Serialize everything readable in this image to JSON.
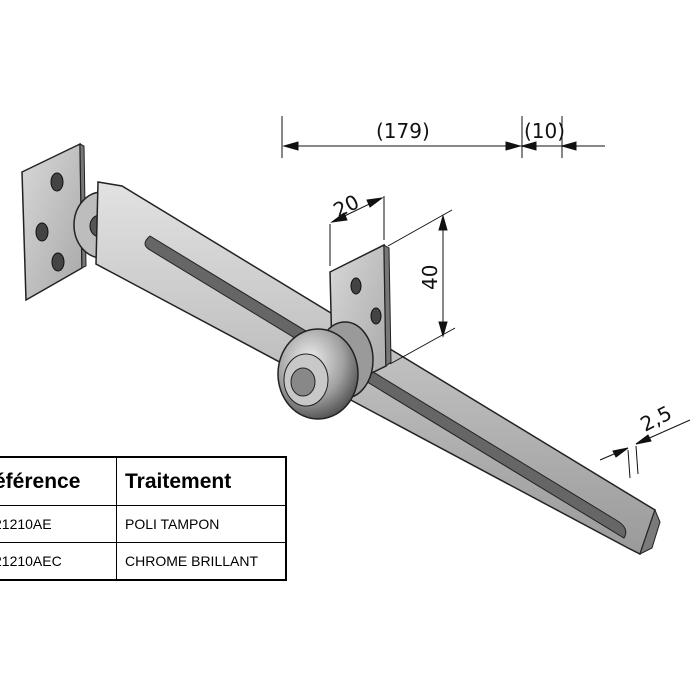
{
  "dimensions": {
    "length": "(179)",
    "end_offset": "(10)",
    "plate_width": "20",
    "plate_height": "40",
    "slot_width": "2,5"
  },
  "table": {
    "headers": [
      "éférence",
      "Traitement"
    ],
    "rows": [
      [
        "21210AE",
        "POLI TAMPON"
      ],
      [
        "21210AEC",
        "CHROME BRILLANT"
      ]
    ]
  },
  "colors": {
    "metal_light": "#d2d2d2",
    "metal_dark": "#8c8c8c",
    "outline": "#222222"
  }
}
